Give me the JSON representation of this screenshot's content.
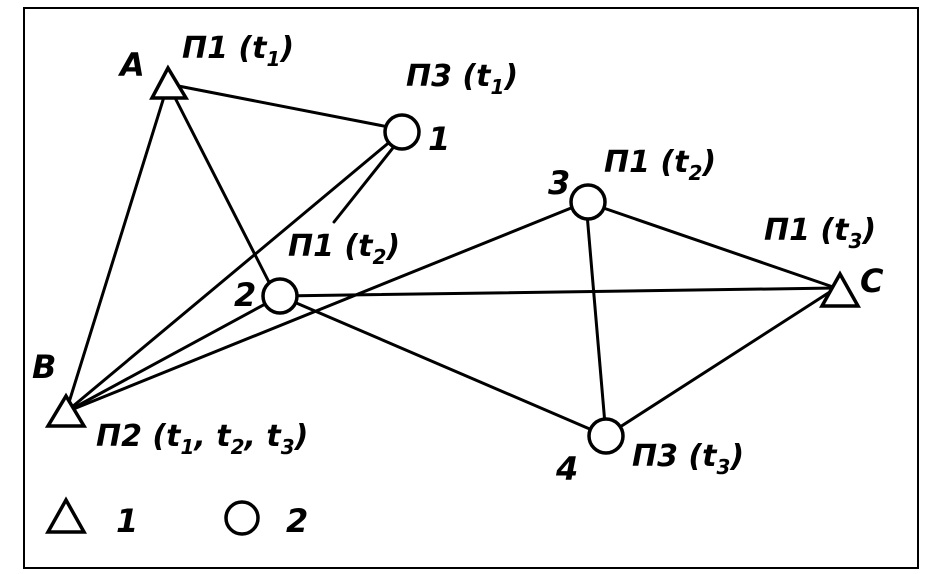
{
  "stations": [
    {
      "id": "A",
      "name": "A",
      "kind": "triangle",
      "epochs": [
        {
          "p": "П1",
          "t": "1"
        }
      ]
    },
    {
      "id": "B",
      "name": "B",
      "kind": "triangle",
      "epochs": [
        {
          "p": "П2",
          "t": "1, 2, 3"
        }
      ]
    },
    {
      "id": "C",
      "name": "C",
      "kind": "triangle",
      "epochs": [
        {
          "p": "П1",
          "t": "3"
        }
      ]
    },
    {
      "id": "p1",
      "name": "1",
      "kind": "circle",
      "epochs": [
        {
          "p": "П3",
          "t": "1"
        }
      ]
    },
    {
      "id": "p2",
      "name": "2",
      "kind": "circle",
      "epochs": [
        {
          "p": "П1",
          "t": "2"
        }
      ]
    },
    {
      "id": "p3",
      "name": "3",
      "kind": "circle",
      "epochs": [
        {
          "p": "П1",
          "t": "2"
        }
      ]
    },
    {
      "id": "p4",
      "name": "4",
      "kind": "circle",
      "epochs": [
        {
          "p": "П3",
          "t": "3"
        }
      ]
    }
  ],
  "edges": [
    [
      "A",
      "p1"
    ],
    [
      "A",
      "B"
    ],
    [
      "A",
      "p2"
    ],
    [
      "B",
      "p1"
    ],
    [
      "B",
      "p2"
    ],
    [
      "B",
      "p3"
    ],
    [
      "p2",
      "p1"
    ],
    [
      "p2",
      "C"
    ],
    [
      "p2",
      "p4"
    ],
    [
      "p3",
      "C"
    ],
    [
      "p3",
      "p4"
    ],
    [
      "p4",
      "C"
    ]
  ],
  "legend": [
    {
      "symbol": "triangle",
      "label": "1"
    },
    {
      "symbol": "circle",
      "label": "2"
    }
  ],
  "labels": {
    "A_name": "A",
    "A_p": "П1",
    "A_t": "1",
    "B_name": "B",
    "B_p": "П2",
    "B_t1": "1",
    "B_t2": "2",
    "B_t3": "3",
    "C_name": "C",
    "C_p": "П1",
    "C_t": "3",
    "p1_name": "1",
    "p1_p": "П3",
    "p1_t": "1",
    "p2_name": "2",
    "p2_p": "П1",
    "p2_t": "2",
    "p3_name": "3",
    "p3_p": "П1",
    "p3_t": "2",
    "p4_name": "4",
    "p4_p": "П3",
    "p4_t": "3",
    "t": "t",
    "legend_1": "1",
    "legend_2": "2"
  }
}
